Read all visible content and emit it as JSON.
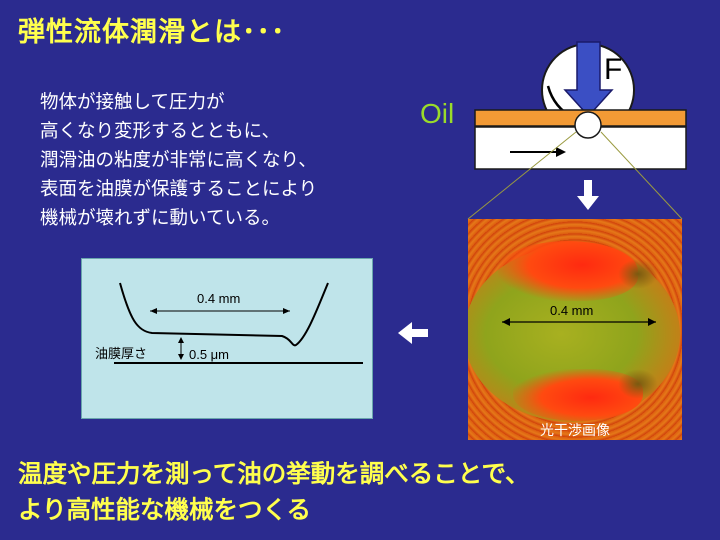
{
  "title": "弾性流体潤滑とは･･･",
  "description_lines": [
    "物体が接触して圧力が",
    "高くなり変形するとともに、",
    "潤滑油の粘度が非常に高くなり、",
    "表面を油膜が保護することにより",
    "機械が壊れずに動いている。"
  ],
  "diagram": {
    "oil_label": "Oil",
    "force_label": "F"
  },
  "film_panel": {
    "width_label": "0.4 mm",
    "thickness_title": "油膜厚さ",
    "thickness_value": "0.5 μm"
  },
  "interference_image": {
    "width_label": "0.4 mm",
    "caption": "光干渉画像"
  },
  "bottom_lines": [
    "温度や圧力を測って油の挙動を調べることで、",
    "より高性能な機械をつくる"
  ],
  "colors": {
    "background": "#2b2b8f",
    "title": "#ffff4d",
    "oil_label": "#9adb2a",
    "panel": "#bfe4ea",
    "plate": "#f29a35"
  }
}
